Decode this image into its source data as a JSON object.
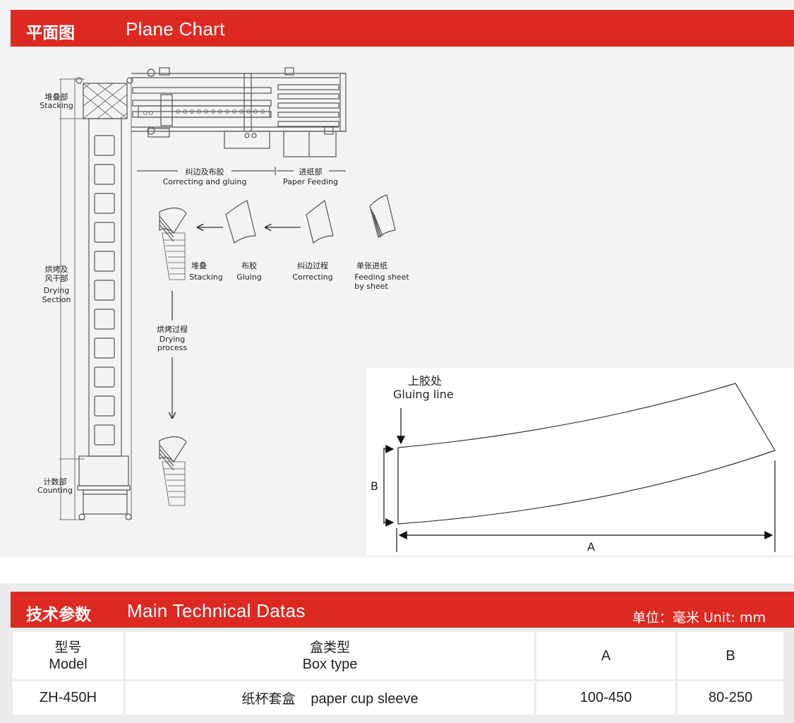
{
  "header": {
    "title_cn": "平面图",
    "title_en": "Plane Chart"
  },
  "plan": {
    "sections": {
      "stacking": {
        "cn": "堆叠部",
        "en": "Stacking"
      },
      "drying": {
        "cn": "烘烤及\n风干部",
        "en": "Drying\nSection"
      },
      "counting": {
        "cn": "计数部",
        "en": "Counting"
      },
      "correcting_gluing": {
        "cn": "纠边及布胶",
        "en": "Correcting and gluing"
      },
      "paper_feeding": {
        "cn": "进纸部",
        "en": "Paper Feeding"
      }
    },
    "process": {
      "stacking": {
        "cn": "堆叠",
        "en": "Stacking"
      },
      "gluing": {
        "cn": "布胶",
        "en": "Gluing"
      },
      "correcting": {
        "cn": "纠边过程",
        "en": "Correcting"
      },
      "feeding": {
        "cn": "单张进纸",
        "en": "Feeding sheet\nby sheet"
      },
      "drying_process": {
        "cn": "烘烤过程",
        "en": "Drying\nprocess"
      }
    }
  },
  "shape_diagram": {
    "gluing_cn": "上胶处",
    "gluing_en": "Gluing line",
    "dim_a": "A",
    "dim_b": "B"
  },
  "specs": {
    "title_cn": "技术参数",
    "title_en": "Main Technical Datas",
    "unit": "单位：毫米 Unit: mm",
    "headers": {
      "model_cn": "型号",
      "model_en": "Model",
      "box_cn": "盒类型",
      "box_en": "Box type",
      "a": "A",
      "b": "B"
    },
    "rows": [
      {
        "model": "ZH-450H",
        "box_cn": "纸杯套盒",
        "box_en": "paper cup sleeve",
        "a": "100-450",
        "b": "80-250"
      }
    ]
  },
  "colors": {
    "accent": "#dc2a22",
    "panel": "#f3f3f3",
    "line": "#555555"
  }
}
